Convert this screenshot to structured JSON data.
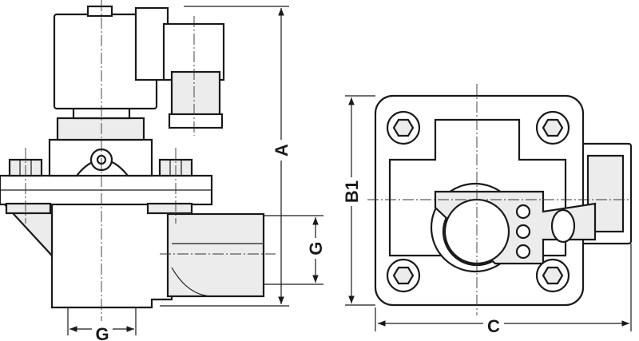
{
  "drawing": {
    "dimensions": {
      "a": "A",
      "b1": "B1",
      "c": "C",
      "g_vertical": "G",
      "g_horizontal": "G"
    }
  }
}
